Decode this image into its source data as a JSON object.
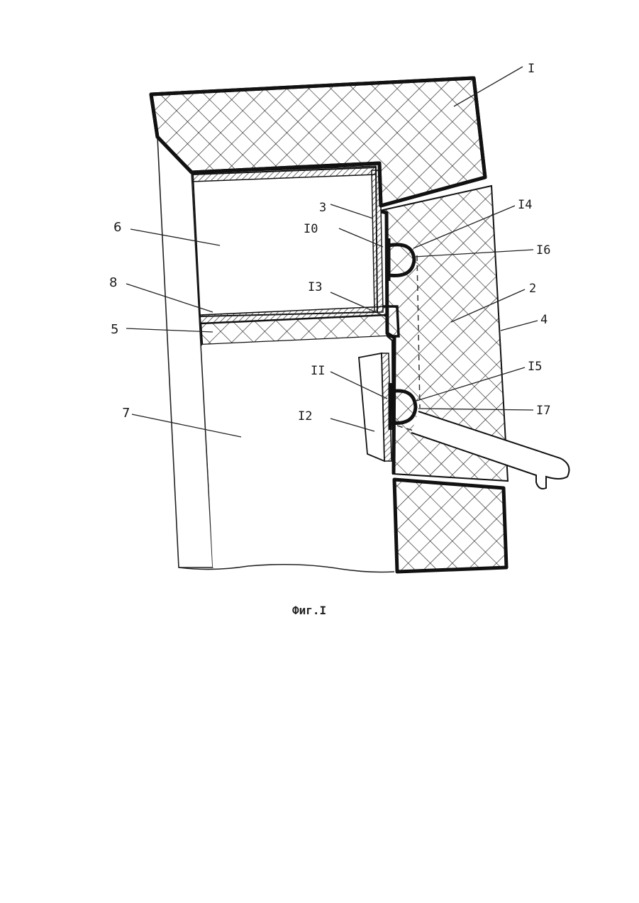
{
  "figure": {
    "caption": "Фиг.I",
    "labels": {
      "l1": "I",
      "l2": "2",
      "l3": "3",
      "l4": "4",
      "l5": "5",
      "l6": "6",
      "l7": "7",
      "l8": "8",
      "l10": "I0",
      "l11": "II",
      "l12": "I2",
      "l13": "I3",
      "l14": "I4",
      "l15": "I5",
      "l16": "I6",
      "l17": "I7"
    }
  }
}
